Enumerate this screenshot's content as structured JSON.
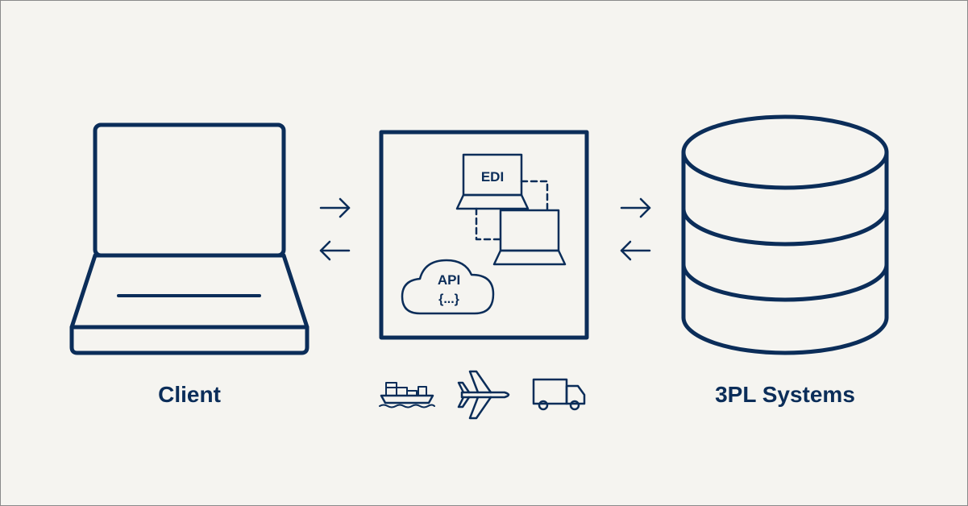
{
  "colors": {
    "ink": "#0b2d59",
    "background": "#f5f4f0"
  },
  "client": {
    "label": "Client",
    "icon": "laptop-icon"
  },
  "middleware": {
    "edi_label": "EDI",
    "api_label": "API",
    "api_code": "{...}",
    "icon": "integration-box-icon"
  },
  "systems": {
    "label": "3PL Systems",
    "icon": "database-icon"
  },
  "transport": {
    "icons": [
      "cargo-ship-icon",
      "airplane-icon",
      "truck-icon"
    ]
  }
}
